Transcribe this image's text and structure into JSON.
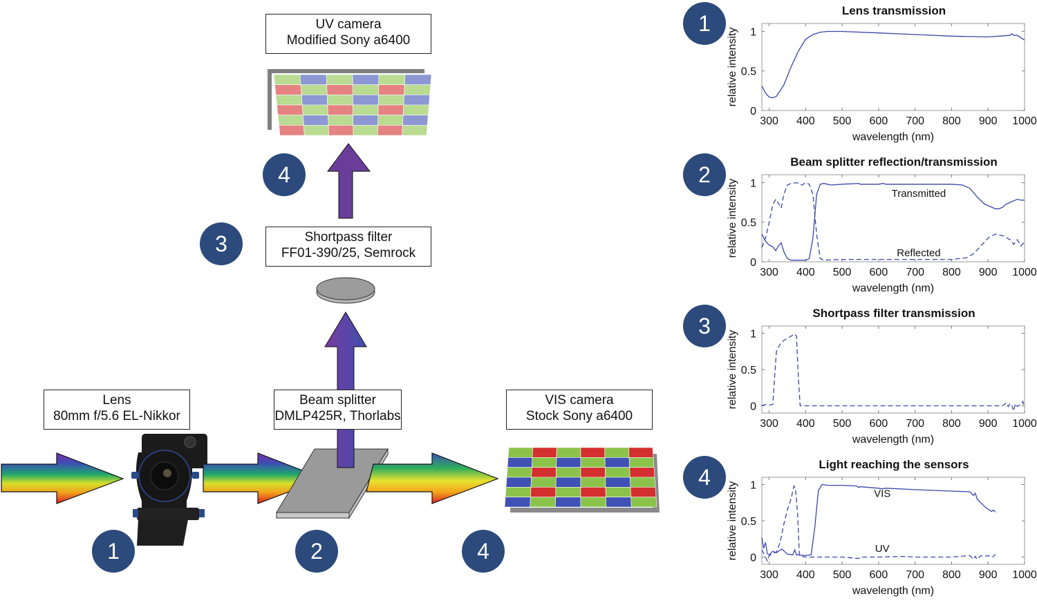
{
  "diagram": {
    "labels": {
      "uv_camera": {
        "line1": "UV camera",
        "line2": "Modified Sony a6400"
      },
      "shortpass": {
        "line1": "Shortpass filter",
        "line2": "FF01-390/25, Semrock"
      },
      "lens": {
        "line1": "Lens",
        "line2": "80mm f/5.6 EL-Nikkor"
      },
      "beam_splitter": {
        "line1": "Beam splitter",
        "line2": "DMLP425R, Thorlabs"
      },
      "vis_camera": {
        "line1": "VIS camera",
        "line2": "Stock Sony a6400"
      }
    },
    "badges": {
      "uv_sensor": "4",
      "shortpass": "3",
      "lens": "1",
      "beam_splitter": "2",
      "vis_sensor": "4"
    },
    "colors": {
      "badge": "#2c4a7c",
      "uv_arrow": "#6a3d9a",
      "bayer_green": "#8bc34a",
      "bayer_red": "#d32f2f",
      "bayer_blue": "#3f51b5",
      "plot_line": "#3a45a8"
    }
  },
  "chart_data": [
    {
      "badge": "1",
      "type": "line",
      "title": "Lens transmission",
      "xlabel": "wavelength (nm)",
      "ylabel": "relative intensity",
      "xlim": [
        280,
        1000
      ],
      "ylim": [
        0,
        1.1
      ],
      "xticks": [
        300,
        400,
        500,
        600,
        700,
        800,
        900,
        1000
      ],
      "yticks": [
        0,
        0.5,
        1
      ],
      "ytick_labels": [
        "0",
        "0.5",
        "1"
      ],
      "series": [
        {
          "name": "Lens",
          "style": "solid",
          "x": [
            280,
            290,
            300,
            310,
            320,
            340,
            360,
            380,
            400,
            420,
            440,
            460,
            480,
            500,
            600,
            700,
            800,
            900,
            930,
            960,
            965,
            970,
            980,
            990,
            1000
          ],
          "y": [
            0.31,
            0.22,
            0.17,
            0.16,
            0.18,
            0.32,
            0.55,
            0.75,
            0.9,
            0.96,
            0.99,
            1.0,
            1.0,
            1.0,
            0.98,
            0.96,
            0.94,
            0.93,
            0.94,
            0.95,
            0.97,
            0.95,
            0.95,
            0.92,
            0.89
          ]
        }
      ]
    },
    {
      "badge": "2",
      "type": "line",
      "title": "Beam splitter reflection/transmission",
      "xlabel": "wavelength (nm)",
      "ylabel": "relative intensity",
      "xlim": [
        280,
        1000
      ],
      "ylim": [
        0,
        1.1
      ],
      "xticks": [
        300,
        400,
        500,
        600,
        700,
        800,
        900,
        1000
      ],
      "yticks": [
        0,
        0.5,
        1
      ],
      "ytick_labels": [
        "0",
        "0.5",
        "1"
      ],
      "annotations": [
        {
          "text": "Transmitted",
          "x": 710,
          "y": 0.82
        },
        {
          "text": "Reflected",
          "x": 710,
          "y": 0.07
        }
      ],
      "series": [
        {
          "name": "Transmitted",
          "style": "solid",
          "x": [
            280,
            290,
            300,
            310,
            318,
            325,
            333,
            340,
            350,
            360,
            380,
            400,
            410,
            420,
            430,
            440,
            450,
            470,
            500,
            545,
            550,
            600,
            613,
            620,
            700,
            800,
            830,
            850,
            870,
            890,
            910,
            920,
            930,
            940,
            950,
            960,
            970,
            980,
            990,
            1000
          ],
          "y": [
            0.35,
            0.26,
            0.21,
            0.19,
            0.14,
            0.2,
            0.24,
            0.13,
            0.04,
            0.02,
            0.02,
            0.02,
            0.04,
            0.3,
            0.85,
            0.98,
            0.99,
            0.97,
            0.98,
            0.99,
            0.98,
            0.98,
            0.99,
            0.98,
            0.98,
            0.98,
            0.97,
            0.93,
            0.82,
            0.73,
            0.69,
            0.67,
            0.67,
            0.69,
            0.73,
            0.75,
            0.77,
            0.79,
            0.78,
            0.78
          ]
        },
        {
          "name": "Reflected",
          "style": "dashed",
          "x": [
            280,
            290,
            300,
            310,
            318,
            325,
            333,
            340,
            350,
            360,
            375,
            390,
            400,
            410,
            420,
            430,
            440,
            450,
            500,
            600,
            700,
            800,
            840,
            860,
            880,
            900,
            920,
            940,
            960,
            970,
            980,
            990,
            1000
          ],
          "y": [
            0.18,
            0.3,
            0.5,
            0.72,
            0.79,
            0.74,
            0.68,
            0.85,
            0.97,
            0.99,
            1.0,
            0.97,
            1.0,
            0.98,
            0.85,
            0.35,
            0.04,
            0.02,
            0.03,
            0.03,
            0.03,
            0.03,
            0.05,
            0.1,
            0.2,
            0.3,
            0.35,
            0.33,
            0.28,
            0.22,
            0.28,
            0.2,
            0.25
          ]
        }
      ]
    },
    {
      "badge": "3",
      "type": "line",
      "title": "Shortpass filter transmission",
      "xlabel": "wavelength (nm)",
      "ylabel": "relative intensity",
      "xlim": [
        280,
        1000
      ],
      "ylim": [
        -0.1,
        1.1
      ],
      "xticks": [
        300,
        400,
        500,
        600,
        700,
        800,
        900,
        1000
      ],
      "yticks": [
        0,
        0.5,
        1
      ],
      "ytick_labels": [
        "0",
        "0.5",
        "1"
      ],
      "series": [
        {
          "name": "Shortpass",
          "style": "dashed",
          "x": [
            280,
            290,
            300,
            310,
            315,
            320,
            330,
            340,
            350,
            360,
            370,
            375,
            380,
            385,
            400,
            500,
            600,
            700,
            800,
            900,
            940,
            950,
            955,
            960,
            965,
            970,
            975,
            980,
            990,
            995,
            1000
          ],
          "y": [
            0.0,
            0.02,
            0.01,
            0.02,
            0.4,
            0.75,
            0.85,
            0.9,
            0.93,
            0.96,
            0.99,
            0.96,
            0.4,
            0.0,
            0.0,
            0.0,
            0.0,
            0.0,
            0.0,
            0.0,
            0.0,
            0.04,
            -0.01,
            0.03,
            0.01,
            -0.07,
            0.03,
            -0.01,
            0.02,
            0.06,
            -0.02
          ]
        }
      ]
    },
    {
      "badge": "4",
      "type": "line",
      "title": "Light reaching the sensors",
      "xlabel": "wavelength (nm)",
      "ylabel": "relative intensity",
      "xlim": [
        280,
        1000
      ],
      "ylim": [
        -0.1,
        1.1
      ],
      "xticks": [
        300,
        400,
        500,
        600,
        700,
        800,
        900,
        1000
      ],
      "yticks": [
        0,
        0.5,
        1
      ],
      "ytick_labels": [
        "0",
        "0.5",
        "1"
      ],
      "annotations": [
        {
          "text": "VIS",
          "x": 610,
          "y": 0.83
        },
        {
          "text": "UV",
          "x": 610,
          "y": 0.07
        }
      ],
      "series": [
        {
          "name": "VIS",
          "style": "solid",
          "x": [
            280,
            285,
            290,
            295,
            300,
            310,
            320,
            335,
            350,
            365,
            370,
            375,
            380,
            400,
            415,
            425,
            435,
            445,
            460,
            500,
            540,
            545,
            550,
            600,
            610,
            620,
            700,
            800,
            850,
            860,
            865,
            870,
            880,
            890,
            900,
            910,
            915,
            920
          ],
          "y": [
            0.27,
            0.12,
            0.2,
            0.05,
            0.03,
            0.08,
            0.06,
            0.11,
            0.04,
            0.03,
            0.1,
            0.03,
            0.03,
            0.02,
            0.03,
            0.4,
            0.92,
            1.0,
            0.99,
            0.99,
            0.98,
            0.96,
            0.97,
            0.95,
            0.94,
            0.95,
            0.93,
            0.91,
            0.9,
            0.85,
            0.88,
            0.8,
            0.75,
            0.7,
            0.66,
            0.63,
            0.65,
            0.62
          ]
        },
        {
          "name": "UV",
          "style": "dashed",
          "x": [
            280,
            290,
            295,
            300,
            310,
            320,
            330,
            340,
            350,
            360,
            368,
            372,
            378,
            383,
            390,
            400,
            500,
            545,
            550,
            600,
            670,
            700,
            800,
            850,
            860,
            865,
            870,
            880,
            890,
            900,
            910,
            915,
            920
          ],
          "y": [
            0.1,
            0.0,
            -0.05,
            0.02,
            0.05,
            0.07,
            0.2,
            0.45,
            0.65,
            0.8,
            0.98,
            0.95,
            0.6,
            0.02,
            0.01,
            0.0,
            0.0,
            -0.02,
            0.0,
            0.0,
            0.01,
            0.0,
            0.0,
            0.02,
            -0.03,
            0.01,
            -0.03,
            0.02,
            0.01,
            0.02,
            0.0,
            0.01,
            0.04
          ]
        }
      ]
    }
  ]
}
